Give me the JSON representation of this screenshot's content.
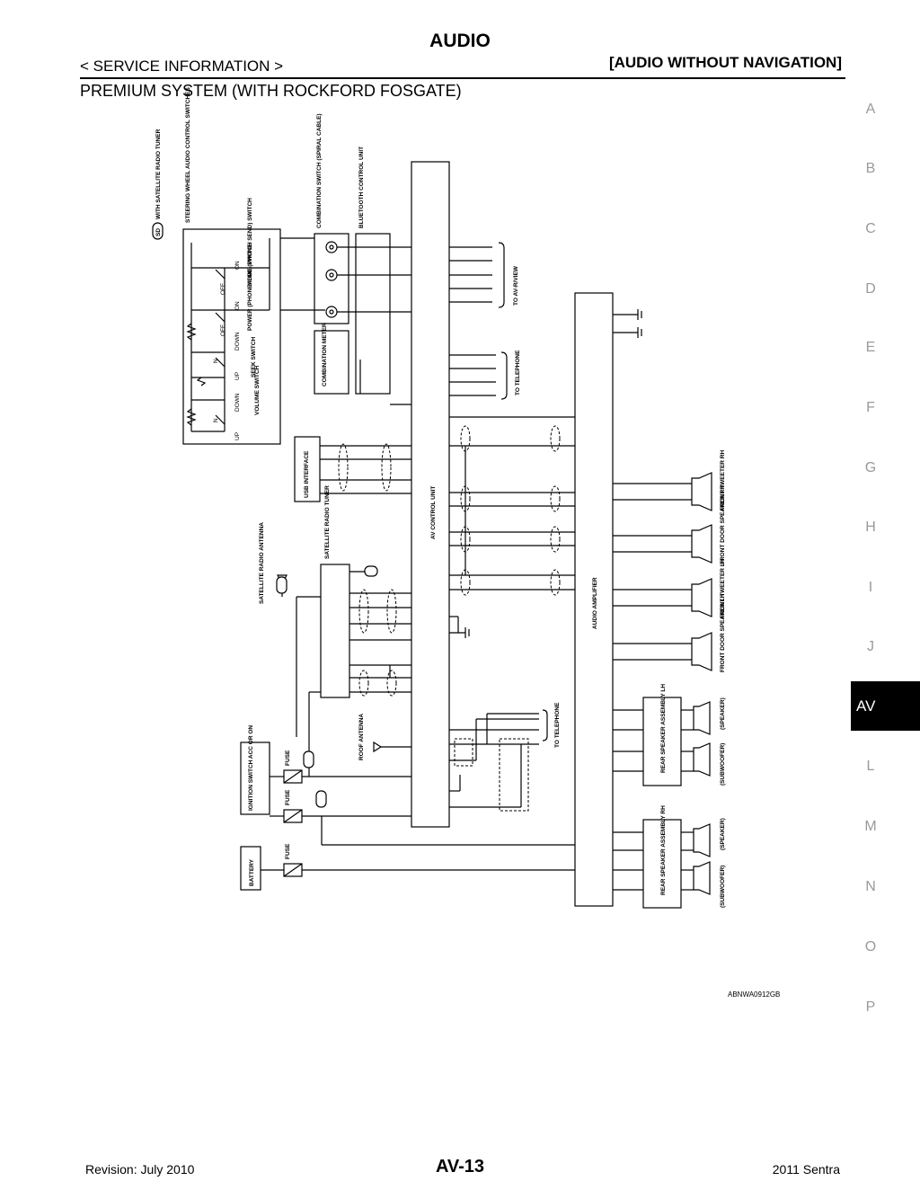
{
  "header": {
    "title": "AUDIO",
    "section": "< SERVICE INFORMATION >",
    "subsection": "[AUDIO WITHOUT NAVIGATION]",
    "system": "PREMIUM SYSTEM (WITH ROCKFORD FOSGATE)"
  },
  "side_index": {
    "letters": [
      "A",
      "B",
      "C",
      "D",
      "E",
      "F",
      "G",
      "H",
      "I",
      "J",
      "AV",
      "L",
      "M",
      "N",
      "O",
      "P"
    ],
    "active": "AV"
  },
  "diagram": {
    "legend_symbol": "SD",
    "legend_text": "WITH SATELLITE RADIO TUNER",
    "components": {
      "steering": "STEERING WHEEL AUDIO CONTROL SWITCHES",
      "mode_switch": "MODE (PHONE/ SEND) SWITCH",
      "power_switch": "POWER (PHONE/ END) SWITCH",
      "seek_switch": "SEEK SWITCH",
      "volume_switch": "VOLUME SWITCH",
      "combination_switch": "COMBINATION SWITCH (SPIRAL CABLE)",
      "bluetooth": "BLUETOOTH CONTROL UNIT",
      "combination_meter": "COMBINATION METER",
      "usb": "USB INTERFACE",
      "sat_antenna": "SATELLITE RADIO ANTENNA",
      "sat_tuner": "SATELLITE RADIO TUNER",
      "av_unit": "AV CONTROL UNIT",
      "amplifier": "AUDIO AMPLIFIER",
      "roof_antenna": "ROOF ANTENNA",
      "ignition": "IGNITION SWITCH ACC OR ON",
      "battery": "BATTERY",
      "fuse": "FUSE",
      "to_av_rview": "TO AV-R/VIEW",
      "to_telephone": "TO TELEPHONE",
      "front_tweeter_rh": "FRONT TWEETER RH",
      "front_door_rh": "FRONT DOOR SPEAKER RH",
      "front_tweeter_lh": "FRONT TWEETER LH",
      "front_door_lh": "FRONT DOOR SPEAKER LH",
      "rear_lh": "REAR SPEAKER ASSEMBLY LH",
      "rear_rh": "REAR SPEAKER ASSEMBLY RH",
      "speaker": "(SPEAKER)",
      "subwoofer": "(SUBWOOFER)"
    },
    "switch_states": {
      "off": "OFF",
      "on": "ON",
      "up": "UP",
      "down": "DOWN",
      "n": "N"
    },
    "figure_code": "ABNWA0912GB"
  },
  "footer": {
    "revision": "Revision: July 2010",
    "page": "AV-13",
    "model": "2011 Sentra"
  }
}
